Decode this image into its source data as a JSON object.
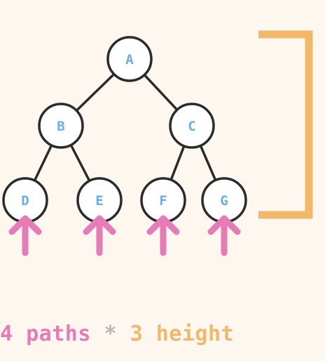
{
  "colors": {
    "background": "#fdf7f0",
    "node_fill": "#ffffff",
    "node_stroke": "#2b2b2b",
    "node_label": "#6aaee8",
    "edge": "#2b2b2b",
    "arrow": "#e77bb5",
    "bracket": "#f2b86a",
    "formula_paths": "#e77bb5",
    "formula_operator": "#b8b8b8",
    "formula_height": "#f2b86a"
  },
  "tree": {
    "nodes": [
      {
        "id": "A",
        "label": "A"
      },
      {
        "id": "B",
        "label": "B"
      },
      {
        "id": "C",
        "label": "C"
      },
      {
        "id": "D",
        "label": "D"
      },
      {
        "id": "E",
        "label": "E"
      },
      {
        "id": "F",
        "label": "F"
      },
      {
        "id": "G",
        "label": "G"
      }
    ],
    "edges": [
      [
        "A",
        "B"
      ],
      [
        "A",
        "C"
      ],
      [
        "B",
        "D"
      ],
      [
        "B",
        "E"
      ],
      [
        "C",
        "F"
      ],
      [
        "C",
        "G"
      ]
    ],
    "leaf_arrows": [
      "D",
      "E",
      "F",
      "G"
    ]
  },
  "formula": {
    "paths": "4 paths",
    "operator": "*",
    "height": "3 height"
  }
}
